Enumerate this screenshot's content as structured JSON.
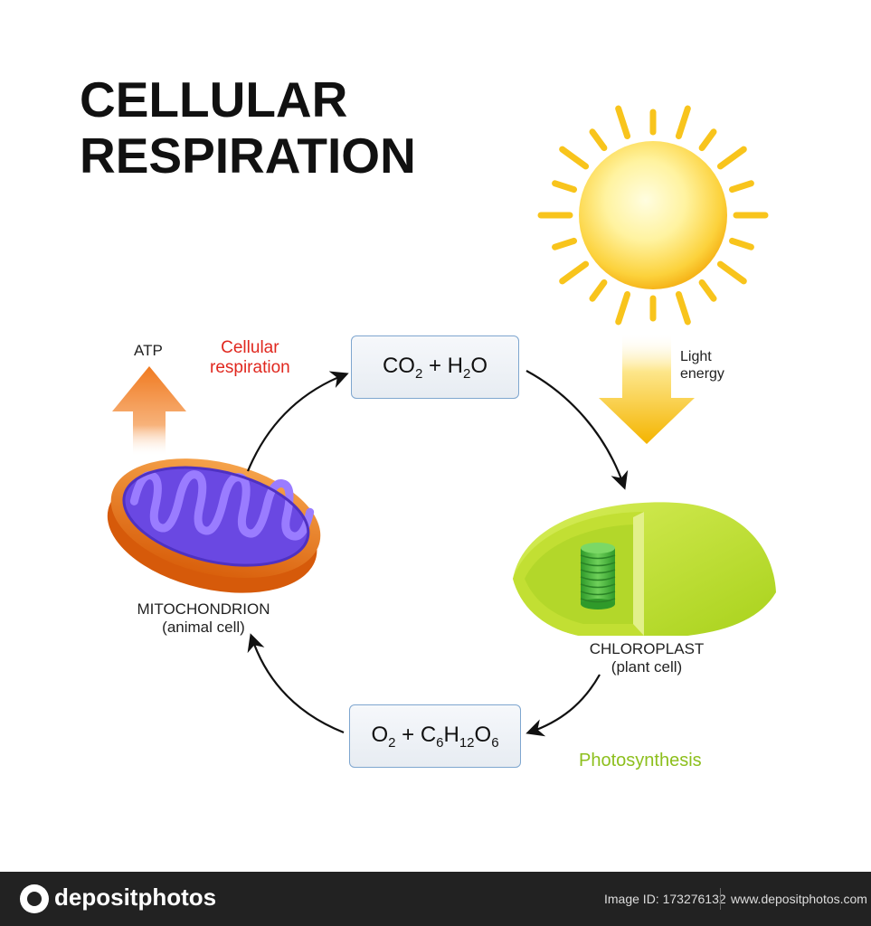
{
  "title": {
    "line1": "CELLULAR",
    "line2": "RESPIRATION"
  },
  "labels": {
    "atp": "ATP",
    "cellular_respiration_line1": "Cellular",
    "cellular_respiration_line2": "respiration",
    "light_energy_line1": "Light",
    "light_energy_line2": "energy",
    "mitochondrion_line1": "MITOCHONDRION",
    "mitochondrion_line2": "(animal cell)",
    "chloroplast_line1": "CHLOROPLAST",
    "chloroplast_line2": "(plant cell)",
    "photosynthesis": "Photosynthesis"
  },
  "formulas": {
    "top": {
      "parts": [
        {
          "text": "CO",
          "sub": "2"
        },
        {
          "text": " + H",
          "sub": "2"
        },
        {
          "text": "O",
          "sub": ""
        }
      ]
    },
    "bottom": {
      "parts": [
        {
          "text": "O",
          "sub": "2"
        },
        {
          "text": " + C",
          "sub": "6"
        },
        {
          "text": "H",
          "sub": "12"
        },
        {
          "text": "O",
          "sub": "6"
        }
      ]
    }
  },
  "colors": {
    "respiration_red": "#e0281f",
    "photosynthesis_green": "#8dbf1d",
    "atp_arrow": "#f28a2e",
    "light_arrow": "#f5b800",
    "sun_ray": "#f8c41c",
    "mito_outer": "#e46a0f",
    "mito_inner": "#7a55f0",
    "chloroplast_body": "#c9e52f",
    "thylakoid": "#4bb43a",
    "box_border": "#7ea6cf",
    "footer_bg": "#222222"
  },
  "footer": {
    "logo": "depositphotos",
    "image_id": "Image ID: 173276132",
    "site": "www.depositphotos.com"
  }
}
